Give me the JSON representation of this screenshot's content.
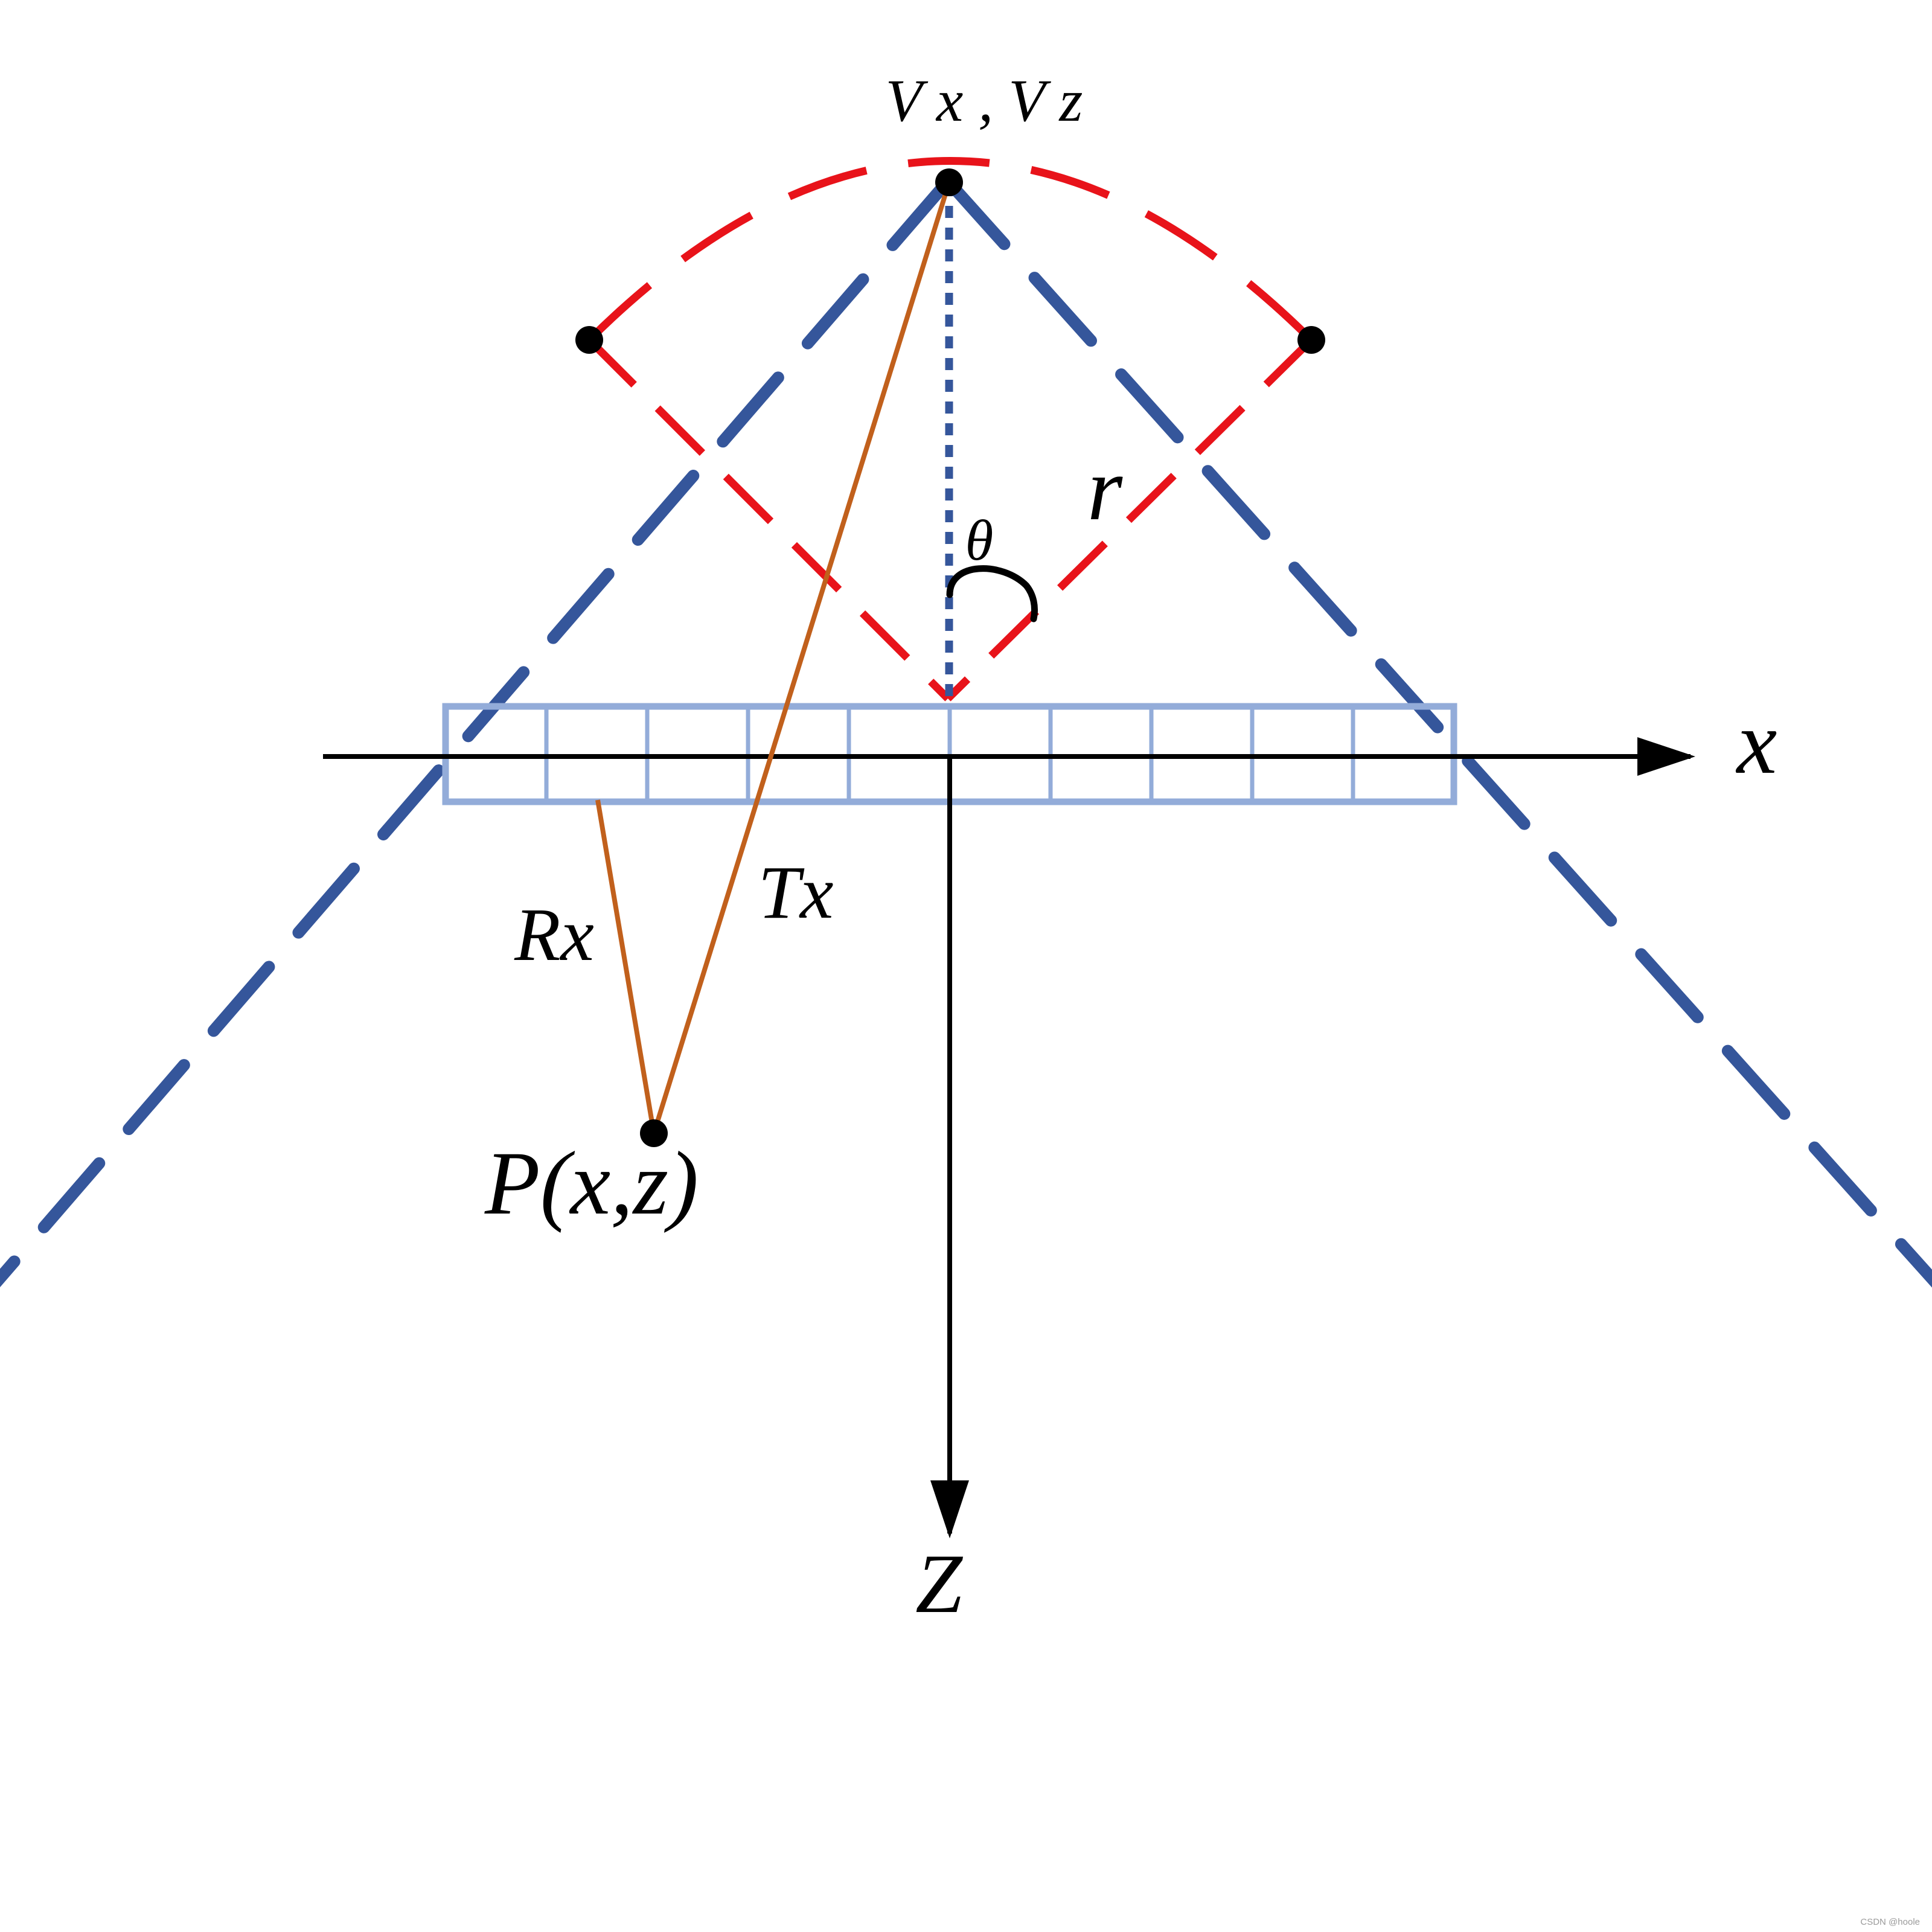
{
  "labels": {
    "virtual_source": "V x , V z",
    "theta": "θ",
    "radius": "r",
    "x_axis": "x",
    "z_axis": "Z",
    "tx": "Tx",
    "rx": "Rx",
    "point": "P(x,z)"
  },
  "watermark": "CSDN @hoole",
  "colors": {
    "wavefront_blue": "#35569b",
    "arc_red": "#e8131a",
    "path_orange": "#c1601c",
    "transducer": "#93acd9",
    "axis": "#000000"
  },
  "transducer_elements": 10
}
